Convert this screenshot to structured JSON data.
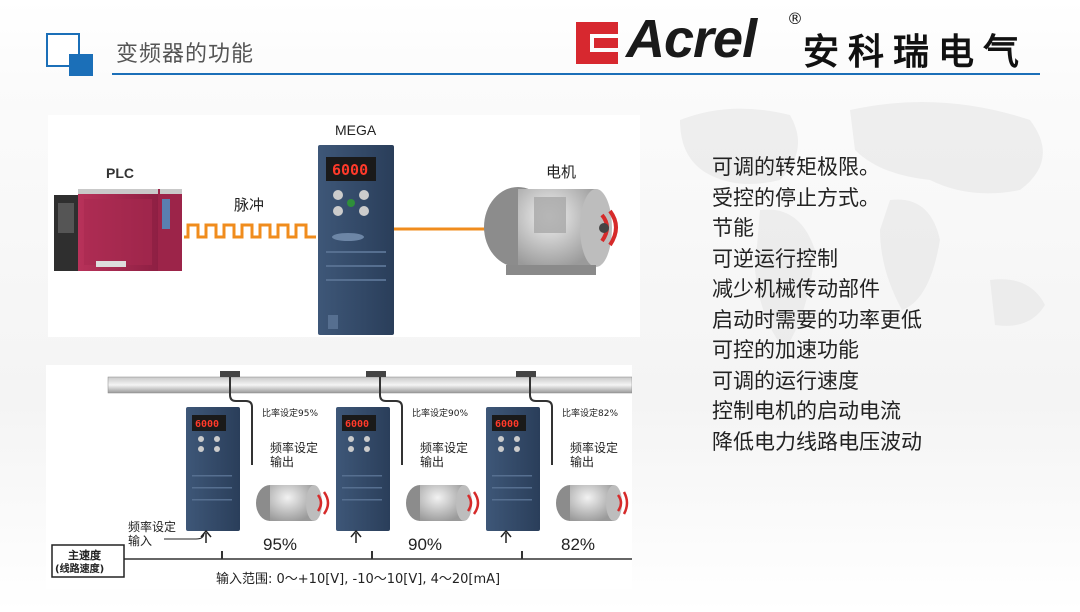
{
  "header": {
    "title": "变频器的功能",
    "brand_name": "Acrel",
    "brand_registered": "®",
    "brand_chinese": "安科瑞电气",
    "brand_color": "#d7282f",
    "accent_color": "#1b6fb8"
  },
  "top_diagram": {
    "plc_label": "PLC",
    "pulse_label": "脉冲",
    "drive_label": "MEGA",
    "display_value": "6000",
    "motor_label": "电机"
  },
  "bottom_diagram": {
    "display_value": "6000",
    "drives": [
      {
        "ratio_label": "比率设定95%",
        "freq_output_line1": "频率设定",
        "freq_output_line2": "输出",
        "percent": "95%"
      },
      {
        "ratio_label": "比率设定90%",
        "freq_output_line1": "频率设定",
        "freq_output_line2": "输出",
        "percent": "90%"
      },
      {
        "ratio_label": "比率设定82%",
        "freq_output_line1": "频率设定",
        "freq_output_line2": "输出",
        "percent": "82%"
      }
    ],
    "freq_input_line1": "频率设定",
    "freq_input_line2": "输入",
    "master_speed_line1": "主速度",
    "master_speed_line2": "(线路速度)",
    "input_range": "输入范围: 0～+10[V], -10～10[V], 4～20[mA]"
  },
  "features": [
    "可调的转矩极限。",
    "受控的停止方式。",
    "节能",
    "可逆运行控制",
    "减少机械传动部件",
    "启动时需要的功率更低",
    "可控的加速功能",
    "可调的运行速度",
    "控制电机的启动电流",
    "降低电力线路电压波动"
  ]
}
